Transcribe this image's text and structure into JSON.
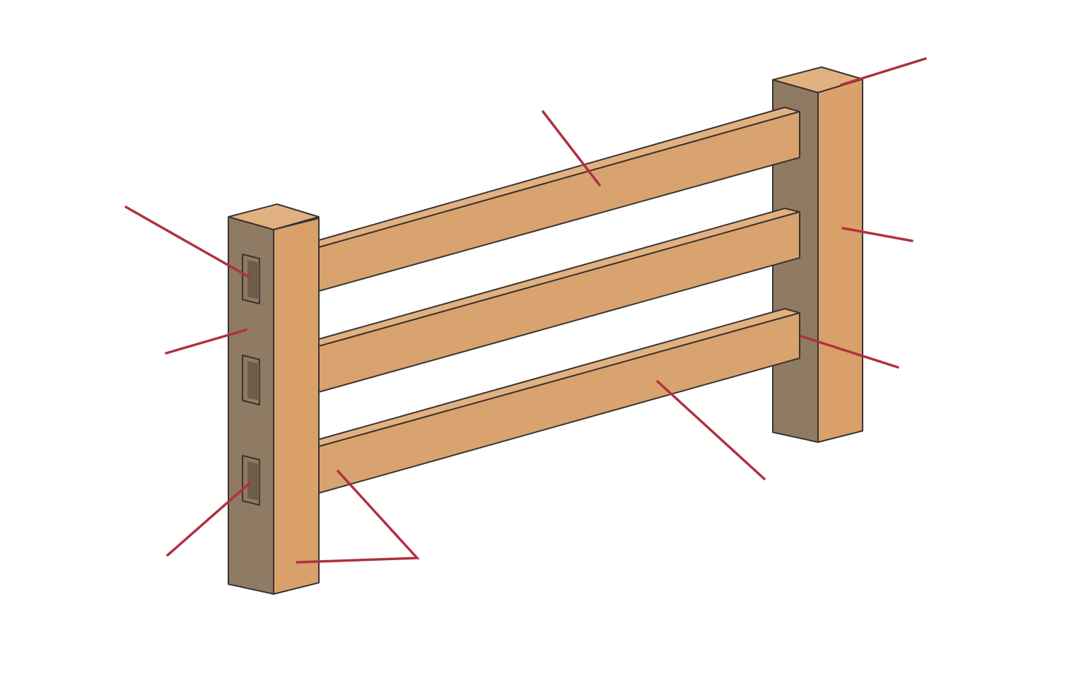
{
  "diagram": {
    "subject": "fence-section",
    "components": [
      "left-post",
      "right-post",
      "top-rail",
      "middle-rail",
      "bottom-rail",
      "mortise"
    ],
    "callout_count": 9
  },
  "colors": {
    "background": "#ffffff",
    "wood_front": "#d9a06a",
    "wood_top": "#e2b181",
    "wood_side": "#8f7a63",
    "rail_face": "#d8a36e",
    "outline": "#3a3330",
    "leader_line": "#b0303f"
  }
}
